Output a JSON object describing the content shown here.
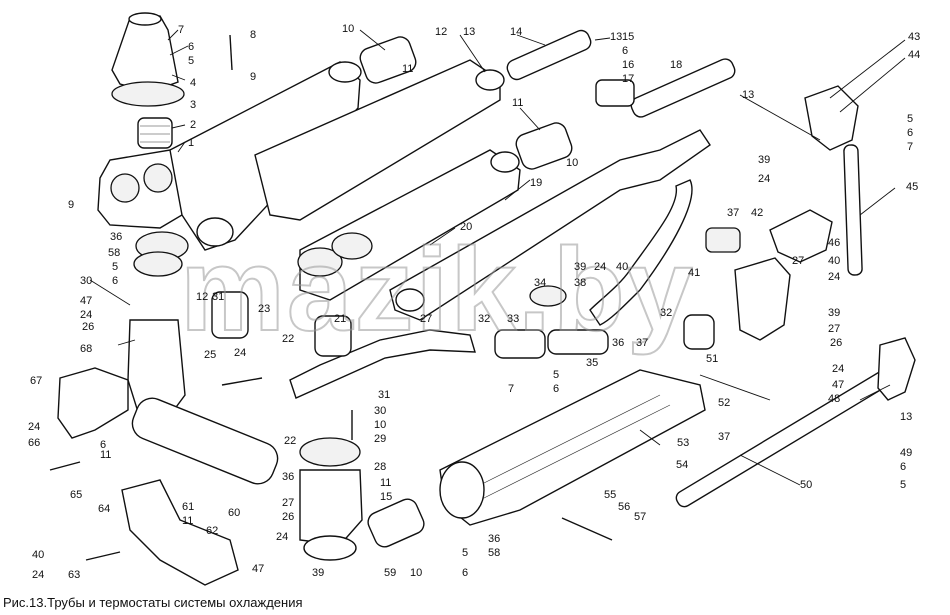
{
  "caption": "Рис.13.Трубы и термостаты системы охлаждения",
  "watermark": "mazik.by",
  "part_labels": [
    "1",
    "2",
    "3",
    "4",
    "5",
    "6",
    "7",
    "8",
    "9",
    "10",
    "11",
    "12",
    "13",
    "14",
    "15",
    "16",
    "17",
    "18",
    "19",
    "20",
    "21",
    "22",
    "23",
    "24",
    "25",
    "26",
    "27",
    "28",
    "29",
    "30",
    "31",
    "32",
    "33",
    "34",
    "35",
    "36",
    "37",
    "38",
    "39",
    "40",
    "41",
    "42",
    "43",
    "44",
    "45",
    "46",
    "47",
    "48",
    "49",
    "50",
    "51",
    "52",
    "53",
    "54",
    "55",
    "56",
    "57",
    "58",
    "59",
    "60",
    "61",
    "62",
    "63",
    "64",
    "65",
    "66",
    "67",
    "68"
  ]
}
